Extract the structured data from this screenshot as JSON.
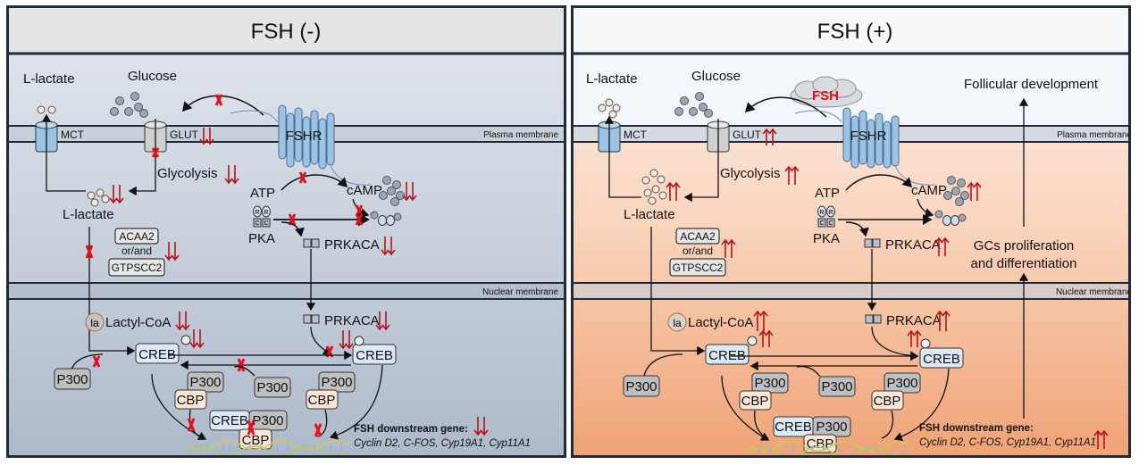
{
  "colors": {
    "inhibit_red": "#e3101b",
    "arrow_red": "#b3141a",
    "left_bg_top": "#dde3ec",
    "left_bg_bottom": "#b9c4d4",
    "right_bg_top": "#fbeee6",
    "right_bg_bottom": "#f2a77c",
    "membrane": "#c9cfd8",
    "receptor_blue": "#9cc3e6",
    "creb_fill": "#dde8f6",
    "p300_fill": "#bfbfbf",
    "cbp_fill": "#fbe5d6"
  },
  "panels": [
    {
      "id": "fsh-minus",
      "title": "FSH (-)",
      "direction": "down",
      "labels": {
        "extracellular_lactate": "L-lactate",
        "glucose": "Glucose",
        "mct": "MCT",
        "glut": "GLUT",
        "fshr": "FSHR",
        "plasma_membrane": "Plasma membrane",
        "glycolysis": "Glycolysis",
        "intracellular_lactate": "L-lactate",
        "atp": "ATP",
        "camp": "cAMP",
        "pka": "PKA",
        "prkaca_cyto": "PRKACA",
        "acaa2": "ACAA2",
        "or_and": "or/and",
        "gtpscc2": "GTPSCC2",
        "nuclear_membrane": "Nuclear membrane",
        "la": "la",
        "lactyl_coa": "Lactyl-CoA",
        "prkaca_nuc": "PRKACA",
        "creb_left": "CREB",
        "creb_right": "CREB",
        "p300_a": "P300",
        "p300_b": "P300",
        "p300_c": "P300",
        "p300_d": "P300",
        "cbp_a": "CBP",
        "cbp_b": "CBP",
        "complex_creb": "CREB",
        "complex_p300": "P300",
        "complex_cbp": "CBP",
        "gene_header": "FSH downstream gene:",
        "gene_list": "Cyclin D2, C-FOS, Cyp19A1, Cyp11A1",
        "pka_r": "R",
        "pka_c": "C"
      }
    },
    {
      "id": "fsh-plus",
      "title": "FSH (+)",
      "direction": "up",
      "labels": {
        "extracellular_lactate": "L-lactate",
        "glucose": "Glucose",
        "fsh_ligand": "FSH",
        "follicular": "Follicular development",
        "mct": "MCT",
        "glut": "GLUT",
        "fshr": "FSHR",
        "plasma_membrane": "Plasma membrane",
        "glycolysis": "Glycolysis",
        "intracellular_lactate": "L-lactate",
        "atp": "ATP",
        "camp": "cAMP",
        "pka": "PKA",
        "prkaca_cyto": "PRKACA",
        "acaa2": "ACAA2",
        "or_and": "or/and",
        "gtpscc2": "GTPSCC2",
        "gcs_line1": "GCs proliferation",
        "gcs_line2": "and differentiation",
        "nuclear_membrane": "Nuclear membrane",
        "la": "la",
        "lactyl_coa": "Lactyl-CoA",
        "prkaca_nuc": "PRKACA",
        "creb_left": "CREB",
        "creb_right": "CREB",
        "p300_a": "P300",
        "p300_b": "P300",
        "p300_c": "P300",
        "p300_d": "P300",
        "cbp_a": "CBP",
        "cbp_b": "CBP",
        "complex_creb": "CREB",
        "complex_p300": "P300",
        "complex_cbp": "CBP",
        "gene_header": "FSH downstream gene:",
        "gene_list": "Cyclin D2, C-FOS, Cyp19A1, Cyp11A1",
        "pka_r": "R",
        "pka_c": "C"
      }
    }
  ]
}
